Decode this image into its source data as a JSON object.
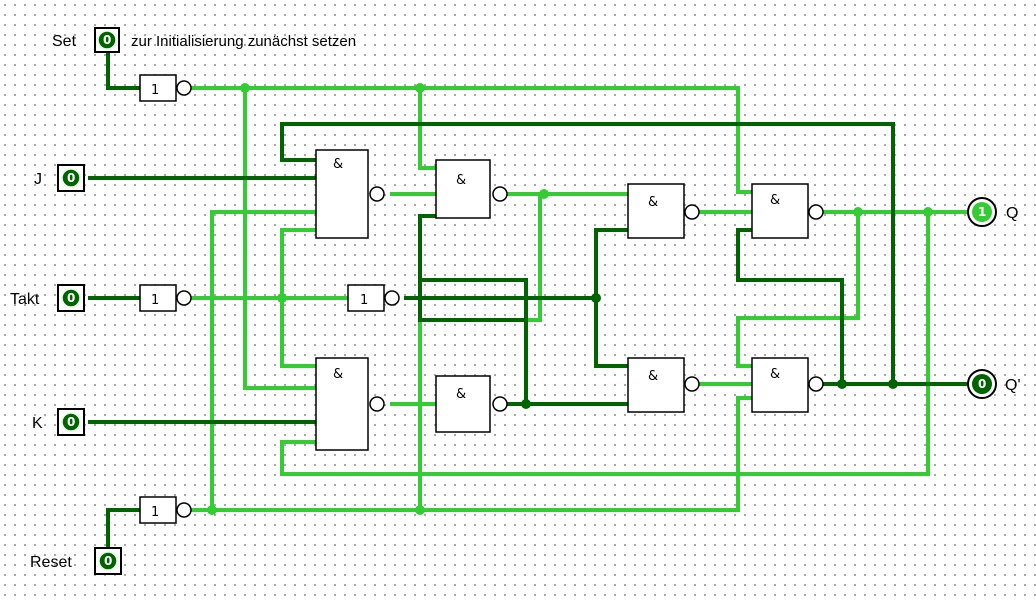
{
  "note": "zur Initialisierung zunächst setzen",
  "colors": {
    "wire_low": "#006400",
    "wire_high": "#33cc33",
    "pin_fill": "#006400"
  },
  "inputs": [
    {
      "id": "set",
      "label": "Set",
      "value": "0"
    },
    {
      "id": "j",
      "label": "J",
      "value": "0"
    },
    {
      "id": "takt",
      "label": "Takt",
      "value": "0"
    },
    {
      "id": "k",
      "label": "K",
      "value": "0"
    },
    {
      "id": "reset",
      "label": "Reset",
      "value": "0"
    }
  ],
  "outputs": [
    {
      "id": "q",
      "label": "Q",
      "value": "1"
    },
    {
      "id": "qn",
      "label": "Q'",
      "value": "0"
    }
  ],
  "gates": {
    "not_symbol": "1",
    "and_symbol": "&"
  }
}
